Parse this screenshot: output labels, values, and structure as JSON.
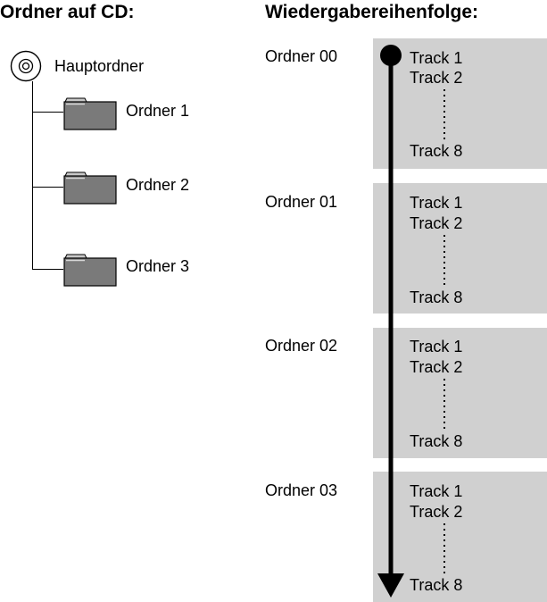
{
  "left_heading": "Ordner auf CD:",
  "right_heading": "Wiedergabereihenfolge:",
  "root_label": "Hauptordner",
  "tree_folders": [
    {
      "label": "Ordner 1"
    },
    {
      "label": "Ordner 2"
    },
    {
      "label": "Ordner 3"
    }
  ],
  "playback_groups": [
    {
      "folder": "Ordner 00",
      "first_track": "Track 1",
      "second_track": "Track 2",
      "last_track": "Track 8"
    },
    {
      "folder": "Ordner 01",
      "first_track": "Track 1",
      "second_track": "Track 2",
      "last_track": "Track 8"
    },
    {
      "folder": "Ordner 02",
      "first_track": "Track 1",
      "second_track": "Track 2",
      "last_track": "Track 8"
    },
    {
      "folder": "Ordner 03",
      "first_track": "Track 1",
      "second_track": "Track 2",
      "last_track": "Track 8"
    }
  ],
  "colors": {
    "panel": "#d0d0d0",
    "folder_body": "#7a7a7a",
    "folder_tab": "#c8c8c8",
    "arrow": "#000000"
  },
  "icons": [
    "cd-icon",
    "folder-icon",
    "arrow-down-icon"
  ]
}
